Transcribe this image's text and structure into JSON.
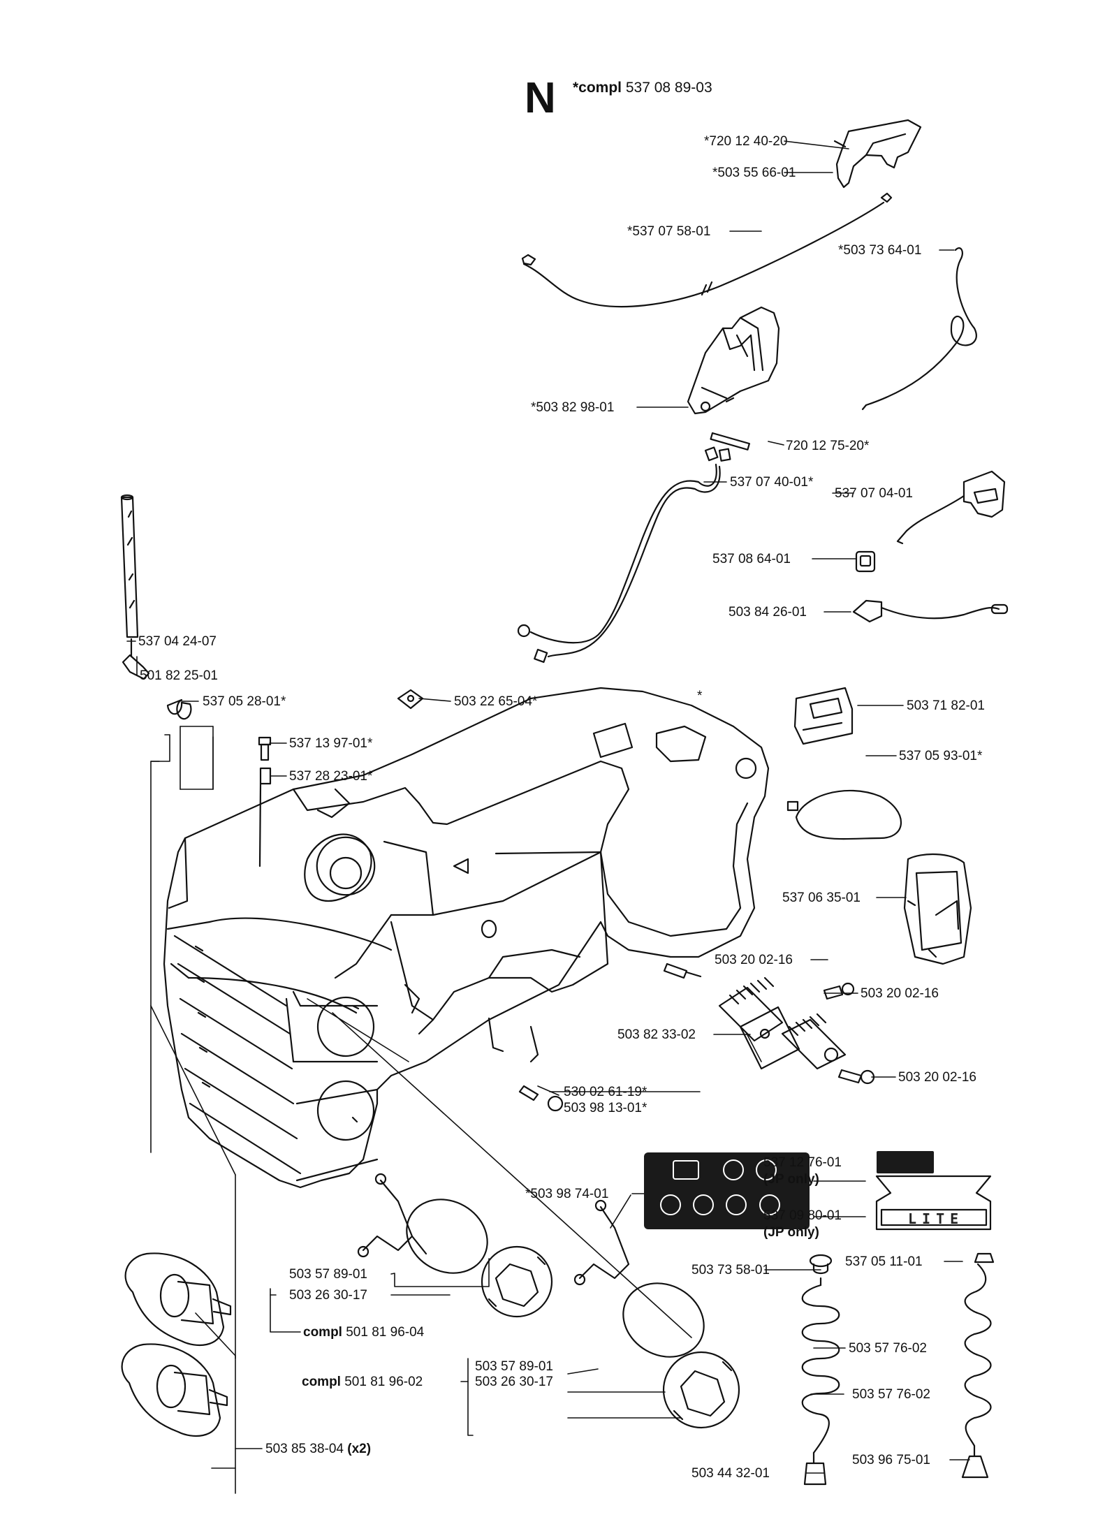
{
  "header": {
    "section_letter": "N",
    "compl_prefix": "*compl",
    "compl_number": "537 08 89-03"
  },
  "labels": {
    "p720124020": "*720 12 40-20",
    "p503556601": "*503 55 66-01",
    "p537075801": "*537 07 58-01",
    "p503736401": "*503 73 64-01",
    "p503829801": "*503 82 98-01",
    "p720127520": "720 12 75-20*",
    "p537074001": "537 07 40-01*",
    "p537070401": "537 07 04-01",
    "p537086401": "537 08 64-01",
    "p503842601": "503 84 26-01",
    "p537042407": "537 04 24-07",
    "p501822501": "501 82 25-01",
    "p537052801": "537 05 28-01*",
    "p503226504": "503 22 65-04*",
    "star": "*",
    "p537139701": "537 13 97-01*",
    "p537282301": "537 28 23-01*",
    "p503718201": "503 71 82-01",
    "p537059301": "537 05 93-01*",
    "p537063501": "537 06 35-01",
    "p503200216a": "503 20 02-16",
    "p503200216b": "503 20 02-16",
    "p503823302": "503 82 33-02",
    "p503200216c": "503 20 02-16",
    "p530026119": "530 02 61-19*",
    "p503981301": "503 98 13-01*",
    "p537127601": "537 12 76-01",
    "jp_only_1": "(JP only)",
    "p503987401": "*503 98 74-01",
    "p537098001": "537 09 80-01",
    "jp_only_2": "(JP only)",
    "lite_text": "LITE",
    "p503735801": "503 73 58-01",
    "p537051101": "537 05 11-01",
    "p503578901a": "503 57 89-01",
    "p503263017a": "503 26 30-17",
    "compl_a_prefix": "compl",
    "compl_a_number": "501 81 96-04",
    "p503577602a": "503 57 76-02",
    "p503577602b": "503 57 76-02",
    "p503578901b": "503 57 89-01",
    "compl_b_prefix": "compl",
    "compl_b_number": "501 81 96-02",
    "p503263017b": "503 26 30-17",
    "p503853804": "503 85 38-04",
    "x2": "(x2)",
    "p503443201": "503 44 32-01",
    "p503967501": "503 96 75-01"
  }
}
